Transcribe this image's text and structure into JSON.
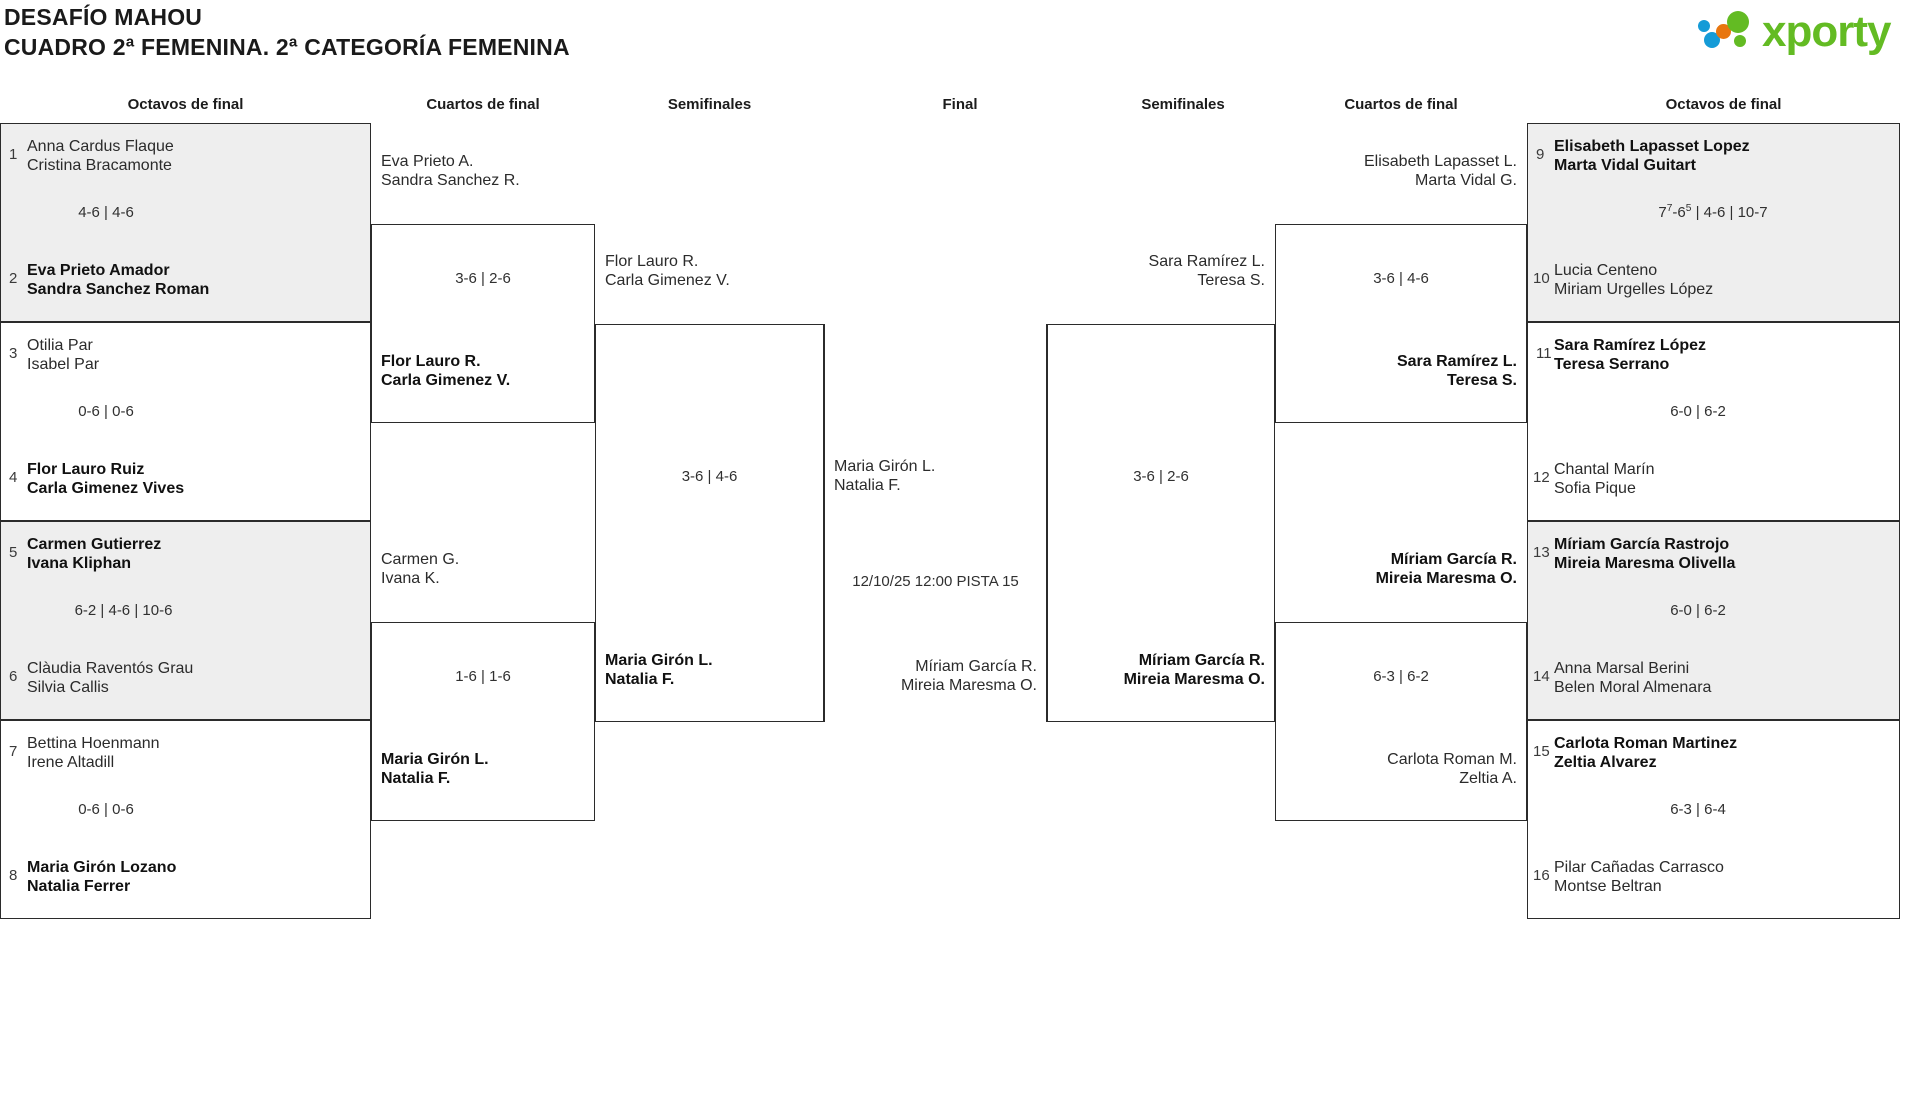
{
  "header": {
    "title_line1": "DESAFÍO MAHOU",
    "title_line2": "CUADRO 2ª FEMENINA. 2ª CATEGORÍA FEMENINA",
    "logo_text": "xporty",
    "logo_colors": {
      "green": "#63bb23",
      "blue": "#159bd7",
      "orange": "#e8760f"
    }
  },
  "round_headers": {
    "left_r16": "Octavos de final",
    "left_qf": "Cuartos de final",
    "left_sf": "Semifinales",
    "final": "Final",
    "right_sf": "Semifinales",
    "right_qf": "Cuartos de final",
    "right_r16": "Octavos de final"
  },
  "left_r16": [
    {
      "shaded": true,
      "top": {
        "seed": "1",
        "p1": "Anna Cardus Flaque",
        "p2": "Cristina Bracamonte",
        "winner": false
      },
      "score": "4-6 | 4-6",
      "bottom": {
        "seed": "2",
        "p1": "Eva Prieto Amador",
        "p2": "Sandra Sanchez Roman",
        "winner": true
      }
    },
    {
      "shaded": false,
      "top": {
        "seed": "3",
        "p1": "Otilia Par",
        "p2": "Isabel Par",
        "winner": false
      },
      "score": "0-6 | 0-6",
      "bottom": {
        "seed": "4",
        "p1": "Flor Lauro Ruiz",
        "p2": "Carla Gimenez Vives",
        "winner": true
      }
    },
    {
      "shaded": true,
      "top": {
        "seed": "5",
        "p1": "Carmen Gutierrez",
        "p2": "Ivana Kliphan",
        "winner": true
      },
      "score": "6-2 | 4-6 | 10-6",
      "bottom": {
        "seed": "6",
        "p1": "Clàudia Raventós Grau",
        "p2": "Silvia Callis",
        "winner": false
      }
    },
    {
      "shaded": false,
      "top": {
        "seed": "7",
        "p1": "Bettina Hoenmann",
        "p2": "Irene Altadill",
        "winner": false
      },
      "score": "0-6 | 0-6",
      "bottom": {
        "seed": "8",
        "p1": "Maria Girón Lozano",
        "p2": "Natalia Ferrer",
        "winner": true
      }
    }
  ],
  "left_qf": [
    {
      "top": {
        "p1": "Eva Prieto A.",
        "p2": "Sandra Sanchez R.",
        "winner": false
      },
      "score": "3-6 | 2-6",
      "bottom": {
        "p1": "Flor Lauro R.",
        "p2": "Carla Gimenez V.",
        "winner": true
      }
    },
    {
      "top": {
        "p1": "Carmen G.",
        "p2": "Ivana K.",
        "winner": false
      },
      "score": "1-6 | 1-6",
      "bottom": {
        "p1": "Maria Girón L.",
        "p2": "Natalia F.",
        "winner": true
      }
    }
  ],
  "left_sf": {
    "top": {
      "p1": "Flor Lauro R.",
      "p2": "Carla Gimenez V.",
      "winner": false
    },
    "score": "3-6 | 4-6",
    "bottom": {
      "p1": "Maria Girón L.",
      "p2": "Natalia F.",
      "winner": true
    }
  },
  "final": {
    "top": {
      "p1": "Maria Girón L.",
      "p2": "Natalia F.",
      "winner": false
    },
    "schedule": "12/10/25 12:00 PISTA 15",
    "bottom": {
      "p1": "Míriam García R.",
      "p2": "Mireia Maresma O.",
      "winner": false
    }
  },
  "right_sf": {
    "top": {
      "p1": "Sara Ramírez L.",
      "p2": "Teresa S.",
      "winner": false
    },
    "score": "3-6 | 2-6",
    "bottom": {
      "p1": "Míriam García R.",
      "p2": "Mireia Maresma O.",
      "winner": true
    }
  },
  "right_qf": [
    {
      "top": {
        "p1": "Elisabeth Lapasset L.",
        "p2": "Marta Vidal G.",
        "winner": false
      },
      "score": "3-6 | 4-6",
      "bottom": {
        "p1": "Sara Ramírez L.",
        "p2": "Teresa S.",
        "winner": true
      }
    },
    {
      "top": {
        "p1": "Míriam García R.",
        "p2": "Mireia Maresma O.",
        "winner": true
      },
      "score": "6-3 | 6-2",
      "bottom": {
        "p1": "Carlota Roman M.",
        "p2": "Zeltia A.",
        "winner": false
      }
    }
  ],
  "right_r16": [
    {
      "shaded": true,
      "top": {
        "seed": "9",
        "p1": "Elisabeth Lapasset Lopez",
        "p2": "Marta Vidal Guitart",
        "winner": true
      },
      "score_html": "7<sup>7</sup>-6<sup>5</sup> | 4-6 | 10-7",
      "bottom": {
        "seed": "10",
        "p1": "Lucia Centeno",
        "p2": "Miriam Urgelles López",
        "winner": false
      }
    },
    {
      "shaded": false,
      "top": {
        "seed": "11",
        "p1": "Sara Ramírez López",
        "p2": "Teresa Serrano",
        "winner": true
      },
      "score_html": "6-0 | 6-2",
      "bottom": {
        "seed": "12",
        "p1": "Chantal Marín",
        "p2": "Sofia Pique",
        "winner": false
      }
    },
    {
      "shaded": true,
      "top": {
        "seed": "13",
        "p1": "Míriam García Rastrojo",
        "p2": "Mireia Maresma Olivella",
        "winner": true
      },
      "score_html": "6-0 | 6-2",
      "bottom": {
        "seed": "14",
        "p1": "Anna Marsal Berini",
        "p2": "Belen Moral Almenara",
        "winner": false
      }
    },
    {
      "shaded": false,
      "top": {
        "seed": "15",
        "p1": "Carlota Roman Martinez",
        "p2": "Zeltia Alvarez",
        "winner": true
      },
      "score_html": "6-3 | 6-4",
      "bottom": {
        "seed": "16",
        "p1": "Pilar Cañadas Carrasco",
        "p2": "Montse Beltran",
        "winner": false
      }
    }
  ]
}
